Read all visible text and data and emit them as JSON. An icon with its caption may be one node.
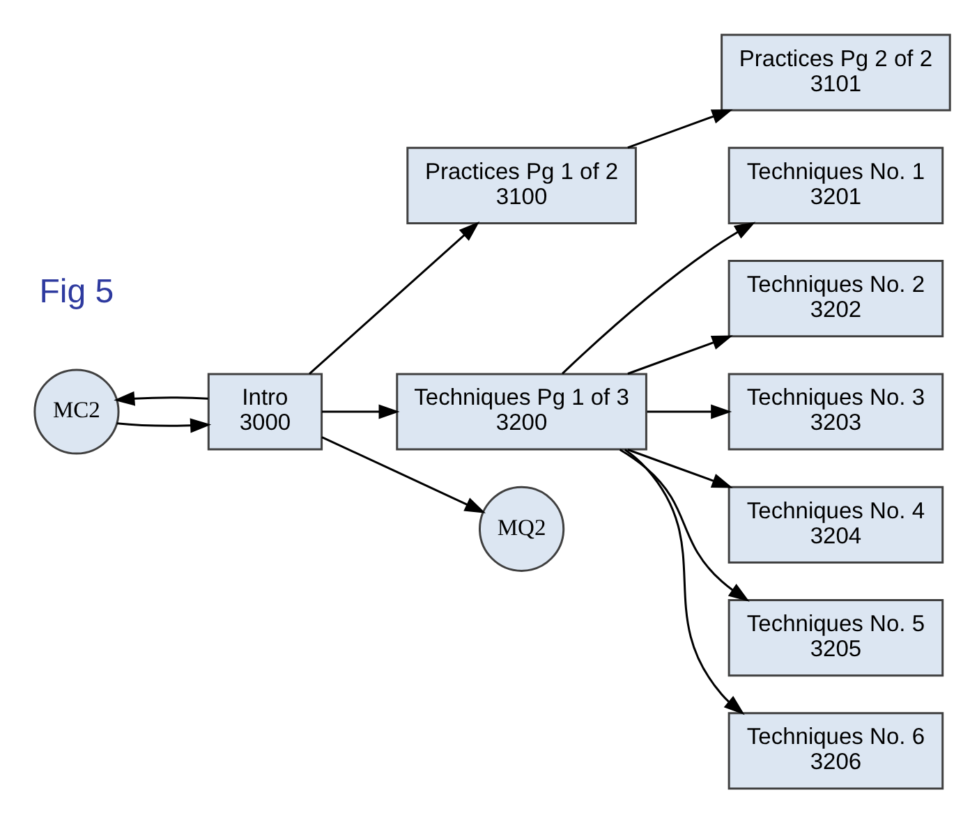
{
  "diagram": {
    "nodes": [
      {
        "text": [
          "MC2"
        ]
      },
      {
        "text": [
          "Intro",
          "3000"
        ]
      },
      {
        "text": [
          "Practices Pg 1 of 2",
          "3100"
        ]
      },
      {
        "text": [
          "Practices Pg 2 of 2",
          "3101"
        ]
      },
      {
        "text": [
          "Techniques Pg 1 of 3",
          "3200"
        ]
      },
      {
        "text": [
          "MQ2"
        ]
      },
      {
        "text": [
          "Techniques No. 1",
          "3201"
        ]
      },
      {
        "text": [
          "Techniques No. 2",
          "3202"
        ]
      },
      {
        "text": [
          "Techniques No. 3",
          "3203"
        ]
      },
      {
        "text": [
          "Techniques No. 4",
          "3204"
        ]
      },
      {
        "text": [
          "Techniques No. 5",
          "3205"
        ]
      },
      {
        "text": [
          "Techniques No. 6",
          "3206"
        ]
      }
    ],
    "edges": [
      {
        "from": 0,
        "to": 1,
        "arrow": "to"
      },
      {
        "from": 1,
        "to": 0,
        "arrow": "to"
      },
      {
        "from": 1,
        "to": 2,
        "arrow": "to"
      },
      {
        "from": 2,
        "to": 3,
        "arrow": "to"
      },
      {
        "from": 1,
        "to": 4,
        "arrow": "to"
      },
      {
        "from": 1,
        "to": 5,
        "arrow": "to"
      },
      {
        "from": 4,
        "to": 6,
        "arrow": "to"
      },
      {
        "from": 4,
        "to": 7,
        "arrow": "to"
      },
      {
        "from": 4,
        "to": 8,
        "arrow": "to"
      },
      {
        "from": 4,
        "to": 9,
        "arrow": "to"
      },
      {
        "from": 4,
        "to": 10,
        "arrow": "to"
      },
      {
        "from": 4,
        "to": 11,
        "arrow": "to"
      }
    ],
    "labels": [
      "Fig 5"
    ]
  }
}
